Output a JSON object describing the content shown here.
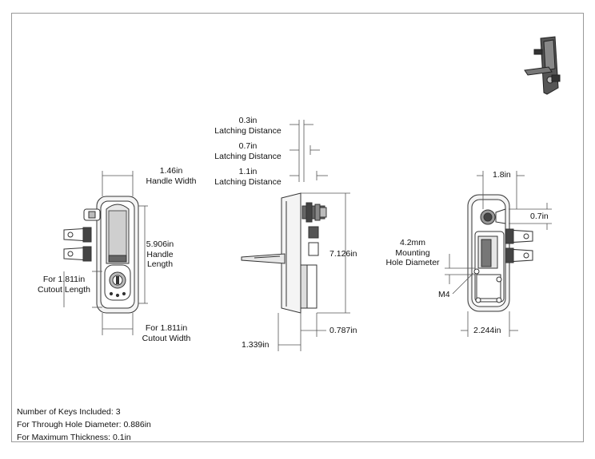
{
  "dimensions": {
    "latch_03": {
      "value": "0.3in",
      "label": "Latching Distance"
    },
    "latch_07": {
      "value": "0.7in",
      "label": "Latching Distance"
    },
    "latch_11": {
      "value": "1.1in",
      "label": "Latching Distance"
    },
    "handle_width": {
      "value": "1.46in",
      "label": "Handle Width"
    },
    "handle_length": {
      "value": "5.906in",
      "line2": "Handle",
      "line3": "Length"
    },
    "cutout_length": {
      "line1": "For 1.811in",
      "line2": "Cutout Length"
    },
    "cutout_width": {
      "line1": "For 1.811in",
      "line2": "Cutout Width"
    },
    "total_height": "7.126in",
    "depth_1339": "1.339in",
    "depth_0787": "0.787in",
    "rear_width_18": "1.8in",
    "rear_offset_07": "0.7in",
    "mounting_hole": {
      "line1": "4.2mm",
      "line2": "Mounting",
      "line3": "Hole Diameter"
    },
    "thread": "M4",
    "rear_width_2244": "2.244in"
  },
  "notes": [
    "Number of Keys Included: 3",
    "For Through Hole Diameter: 0.886in",
    "For Maximum Thickness: 0.1in"
  ],
  "colors": {
    "line": "#333333",
    "fill_dark": "#555555",
    "fill_light": "#e6e6e6",
    "frame": "#9a9a9a"
  }
}
